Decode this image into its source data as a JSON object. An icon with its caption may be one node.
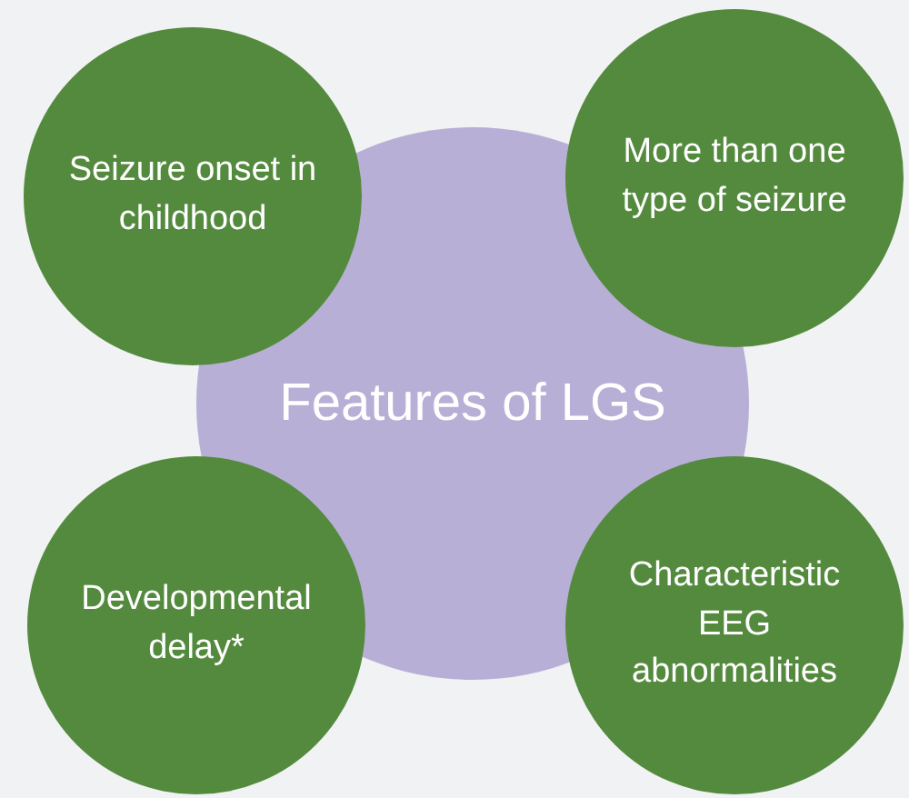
{
  "diagram": {
    "nodes": [
      {
        "text": [
          "Features of LGS"
        ]
      },
      {
        "text": [
          "Seizure onset in childhood"
        ]
      },
      {
        "text": [
          "More than one type of seizure"
        ]
      },
      {
        "text": [
          "Developmental delay*"
        ]
      },
      {
        "text": [
          "Characteristic EEG abnormalities"
        ]
      }
    ]
  }
}
